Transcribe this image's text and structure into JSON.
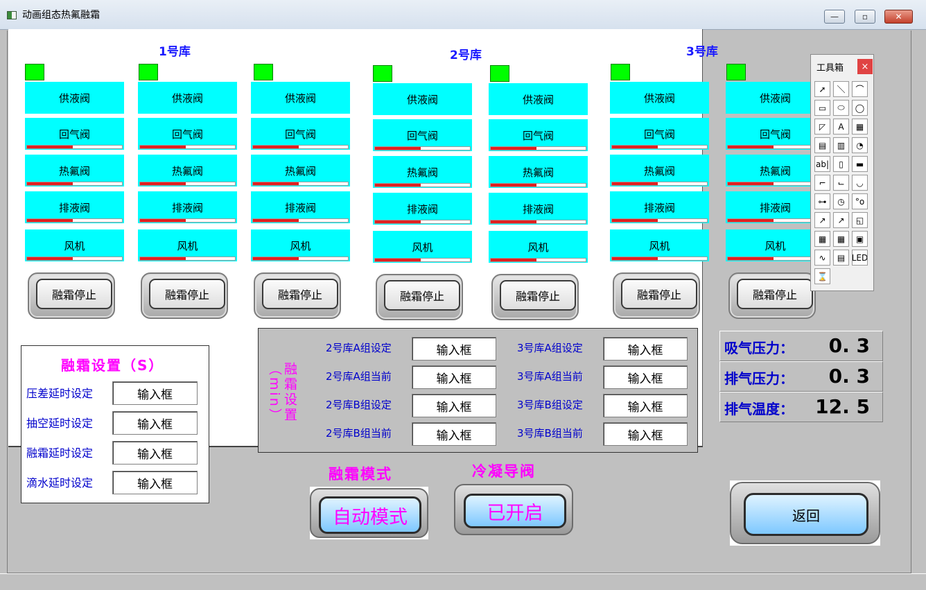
{
  "window": {
    "title": "动画组态热氟融霜",
    "minimize": "—",
    "restore": "▫",
    "close": "✕"
  },
  "libraries": [
    "1号库",
    "2号库",
    "3号库"
  ],
  "valves": [
    "供液阀",
    "回气阀",
    "热氟阀",
    "排液阀",
    "风机"
  ],
  "stop_label": "融霜停止",
  "defrost_settings": {
    "title": "融霜设置（S）",
    "rows": [
      {
        "label": "压差延时设定",
        "value": "输入框"
      },
      {
        "label": "抽空延时设定",
        "value": "输入框"
      },
      {
        "label": "融霜延时设定",
        "value": "输入框"
      },
      {
        "label": "滴水延时设定",
        "value": "输入框"
      }
    ]
  },
  "defrost_min": {
    "title": "融霜设置（min）",
    "left": [
      {
        "label": "2号库A组设定",
        "value": "输入框"
      },
      {
        "label": "2号库A组当前",
        "value": "输入框"
      },
      {
        "label": "2号库B组设定",
        "value": "输入框"
      },
      {
        "label": "2号库B组当前",
        "value": "输入框"
      }
    ],
    "right": [
      {
        "label": "3号库A组设定",
        "value": "输入框"
      },
      {
        "label": "3号库A组当前",
        "value": "输入框"
      },
      {
        "label": "3号库B组设定",
        "value": "输入框"
      },
      {
        "label": "3号库B组当前",
        "value": "输入框"
      }
    ]
  },
  "gauges": [
    {
      "label": "吸气压力：",
      "value": "0. 3"
    },
    {
      "label": "排气压力：",
      "value": "0. 3"
    },
    {
      "label": "排气温度：",
      "value": "12. 5"
    }
  ],
  "mode": {
    "title": "融霜模式",
    "button": "自动模式"
  },
  "condense": {
    "title": "冷凝导阀",
    "button": "已开启"
  },
  "back_button": "返回",
  "toolbox": {
    "title": "工具箱",
    "close": "×",
    "tools": [
      "➚",
      "＼",
      "⌒",
      "▭",
      "⬭",
      "◯",
      "◸",
      "A",
      "▦",
      "▤",
      "▥",
      "◔",
      "ab|",
      "▯",
      "▬",
      "⌐",
      "⌙",
      "◡",
      "⊶",
      "◷",
      "°o",
      "↗",
      "↗",
      "◱",
      "▦",
      "▦",
      "▣",
      "∿",
      "▤",
      "LED",
      "⌛"
    ]
  },
  "colors": {
    "valve_bg": "#00ffff",
    "indicator": "#00ff00",
    "title_blue": "#1a1aff",
    "magenta": "#ff00ff",
    "bar_red": "#e02020"
  },
  "valve_bar_fill": 0.48
}
